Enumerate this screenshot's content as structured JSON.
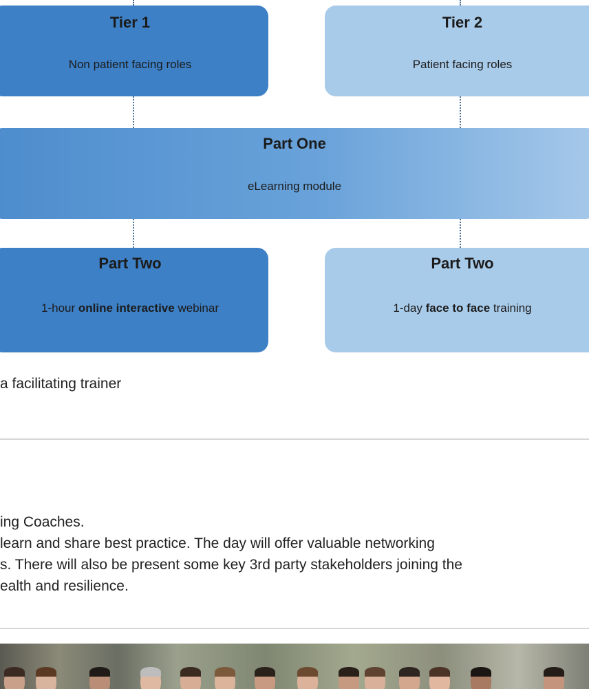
{
  "diagram": {
    "tier1": {
      "title": "Tier 1",
      "subtitle": "Non patient facing roles"
    },
    "tier2": {
      "title": "Tier 2",
      "subtitle": "Patient facing roles"
    },
    "part_one": {
      "title": "Part One",
      "subtitle": "eLearning module"
    },
    "part_two_left": {
      "title": "Part Two",
      "sub_pre": "1-hour ",
      "sub_bold": "online interactive",
      "sub_post": " webinar"
    },
    "part_two_right": {
      "title": "Part Two",
      "sub_pre": "1-day ",
      "sub_bold": "face to face",
      "sub_post": " training"
    }
  },
  "caption": "a facilitating trainer",
  "paragraph": {
    "line1": "ing Coaches.",
    "line2": " learn and share best practice. The day will offer valuable networking",
    "line3": "s. There will also be present some key 3rd party stakeholders joining the",
    "line4": "ealth and resilience."
  },
  "colors": {
    "tier1_box": "#3d80c6",
    "tier2_box": "#a9cbea",
    "part_one_box": "#5f9bd5"
  }
}
